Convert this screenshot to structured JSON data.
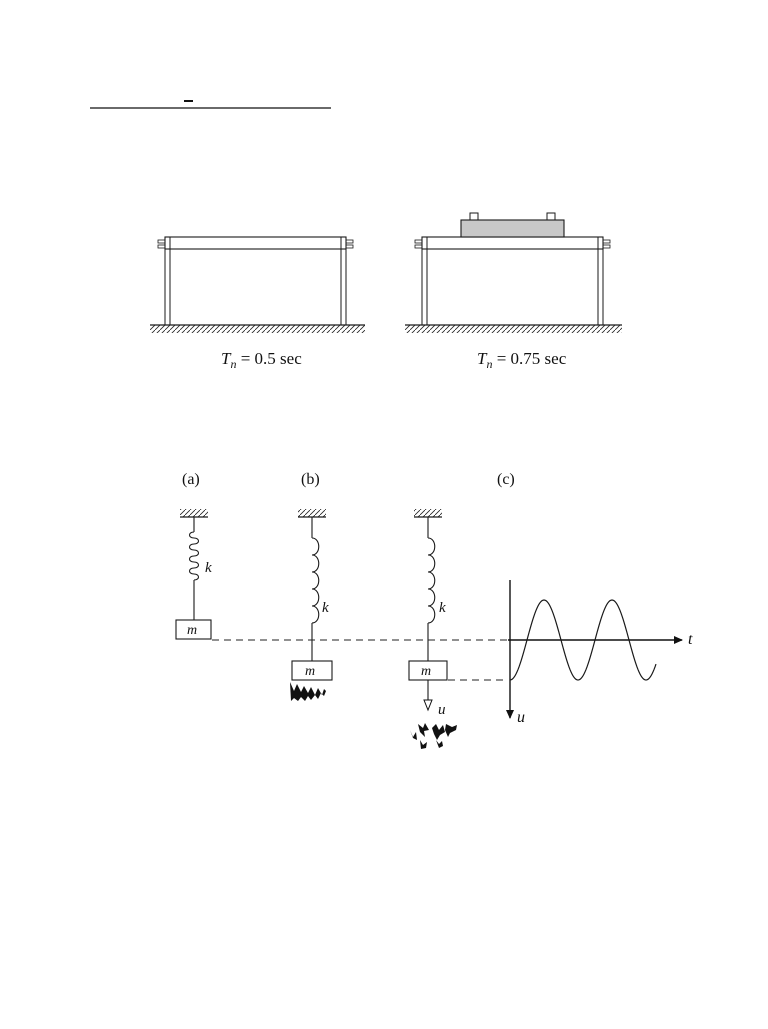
{
  "frames": {
    "left": {
      "caption_symbol": "T",
      "caption_subscript": "n",
      "caption_value": " = 0.5 sec"
    },
    "right": {
      "caption_symbol": "T",
      "caption_subscript": "n",
      "caption_value": " = 0.75 sec"
    }
  },
  "panels": {
    "a": {
      "label": "(a)",
      "spring_label": "k",
      "mass_label": "m"
    },
    "b": {
      "label": "(b)",
      "spring_label": "k",
      "mass_label": "m"
    },
    "c": {
      "label": "(c)",
      "spring_label": "k",
      "mass_label": "m",
      "displacement_label": "u"
    }
  },
  "plot": {
    "x_axis_label": "t",
    "y_axis_label": "u"
  },
  "colors": {
    "line": "#1a1a1a",
    "slab_fill": "#c8c8c8"
  }
}
